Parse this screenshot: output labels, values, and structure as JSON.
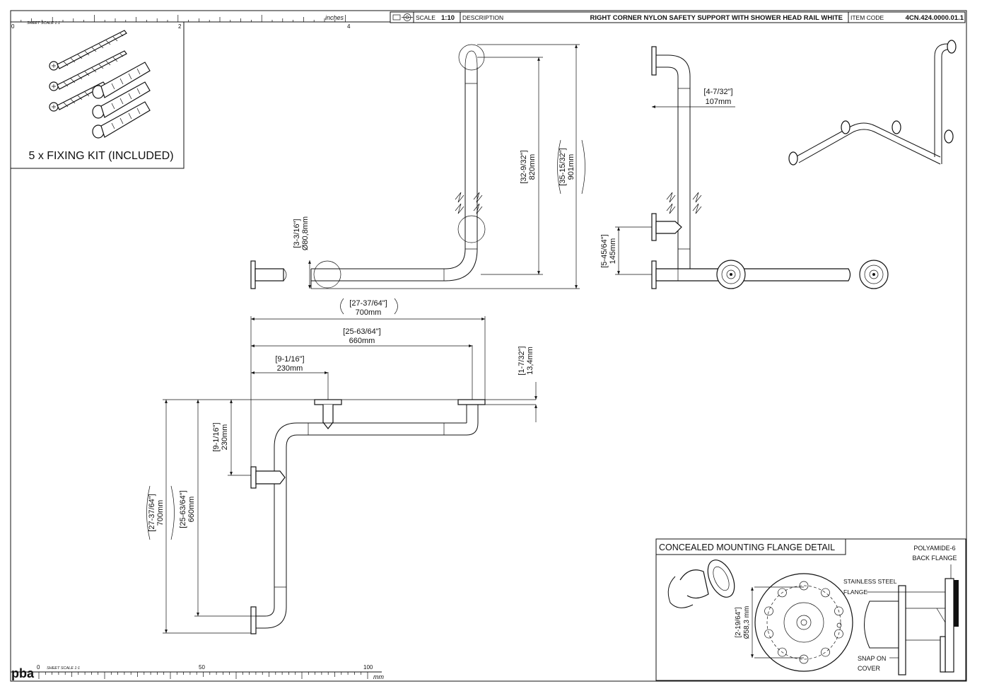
{
  "title_block": {
    "scale_label": "SCALE",
    "scale_value": "1:10",
    "description_label": "DESCRIPTION",
    "description": "RIGHT CORNER NYLON SAFETY SUPPORT WITH SHOWER HEAD RAIL WHITE",
    "item_code_label": "ITEM CODE",
    "item_code": "4CN.424.0000.01.1"
  },
  "inches_ruler": {
    "unit": "inches",
    "sheet_scale": "SHEET SCALE 1:1",
    "ticks": [
      "0",
      "2",
      "4"
    ]
  },
  "mm_ruler": {
    "unit": "mm",
    "sheet_scale": "SHEET SCALE 1:1",
    "ticks": [
      "0",
      "50",
      "100"
    ]
  },
  "logo": "pba",
  "fixing_kit": {
    "caption": "5 x FIXING KIT (INCLUDED)"
  },
  "front_view": {
    "dim_diameter": {
      "imperial": "[3-3/16\"]",
      "metric": "Ø80,8mm"
    },
    "dim_820": {
      "imperial": "[32-9/32\"]",
      "metric": "820mm"
    },
    "dim_901": {
      "imperial": "[35-15/32\"]",
      "metric": "901mm"
    }
  },
  "side_view": {
    "dim_107": {
      "imperial": "[4-7/32\"]",
      "metric": "107mm"
    },
    "dim_145": {
      "imperial": "[5-45/64\"]",
      "metric": "145mm"
    }
  },
  "plan_view": {
    "dim_700_top": {
      "imperial": "[27-37/64\"]",
      "metric": "700mm"
    },
    "dim_660_top": {
      "imperial": "[25-63/64\"]",
      "metric": "660mm"
    },
    "dim_230_top": {
      "imperial": "[9-1/16\"]",
      "metric": "230mm"
    },
    "dim_34": {
      "imperial": "[1-7/32\"]",
      "metric": "13,4mm"
    },
    "dim_230_left": {
      "imperial": "[9-1/16\"]",
      "metric": "230mm"
    },
    "dim_700_left": {
      "imperial": "[27-37/64\"]",
      "metric": "700mm"
    },
    "dim_660_left": {
      "imperial": "[25-63/64\"]",
      "metric": "660mm"
    }
  },
  "flange_detail": {
    "title": "CONCEALED MOUNTING FLANGE DETAIL",
    "dim_imperial": "[2-19/64\"]",
    "dim_metric": "Ø58,3 mm",
    "label_poly_1": "POLYAMIDE-6",
    "label_poly_2": "BACK FLANGE",
    "label_ss_1": "STAINLESS STEEL",
    "label_ss_2": "FLANGE",
    "label_snap_1": "SNAP ON",
    "label_snap_2": "COVER"
  }
}
